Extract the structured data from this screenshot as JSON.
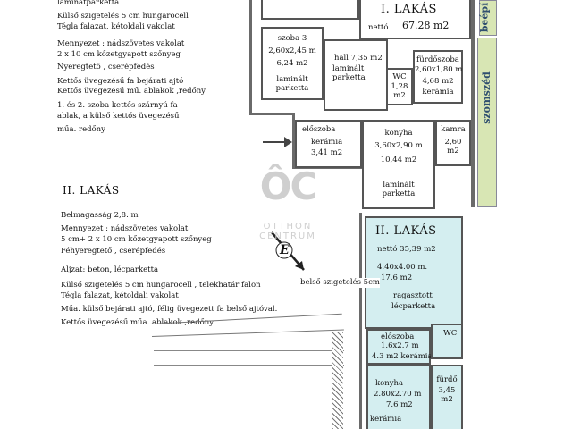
{
  "left_text_top": [
    "laminátparketta",
    "Külső szigetelés  5 cm hungarocell",
    "Tégla falazat, kétoldali vakolat",
    "Mennyezet : nádszövetes vakolat",
    " 2 x 10 cm kőzetgyapott szőnyeg",
    "Nyereg​tető , cserépfedés",
    "Kettős üvegezésű  fa bejárati ajtó",
    "Kettős üvegezésű mű. ablakok ,redőny",
    "1. és 2. szoba kettős szárnyú fa",
    "ablak, a külső kettős üvegezésű",
    "műa. redőny"
  ],
  "apt2_heading": "II. LAKÁS",
  "left_text_bottom": [
    "Belmagasság 2,8. m",
    "Mennyezet : nádszövetes vakolat",
    "5 cm+ 2 x 10 cm kőzetgyapott szőnyeg",
    "Féhyeregtető , cserépfedés",
    "",
    "Aljzat: beton, lécparketta",
    "Külső szigetelés  5 cm  hungarocell , telekhatár falon",
    "Tégla falazat, kétoldali vakolat",
    "  Műa. külső bejárati ajtó, félig üvegezett fa belső ajtóval.",
    "  Kettős üvegezésű műa. ablakok ,redőny"
  ],
  "belso_szigeteles": "belső szigetelés 5cm",
  "apt1": {
    "title": "I. LAKÁS",
    "netto_label": "nettó",
    "netto_value": "67.28 m2"
  },
  "rooms": {
    "szoba3": [
      "szoba 3",
      "2,60x2,45 m",
      "6,24 m2",
      "laminált",
      "parketta"
    ],
    "hall": [
      "hall 7,35 m2",
      "laminált",
      "parketta"
    ],
    "wc1": [
      "WC",
      "1,28",
      "m2"
    ],
    "furdo1": [
      "fürdőszoba",
      "2,60x1,80 m",
      "4,68 m2",
      "kerámia"
    ],
    "eloszoba1": [
      "előszoba",
      "kerámia",
      "3,41 m2"
    ],
    "konyha1": [
      "konyha",
      "3,60x2,90 m",
      "10,44 m2",
      "laminált",
      "parketta"
    ],
    "kamra": [
      "kamra",
      "2,60",
      "m2"
    ],
    "apt2": [
      "II. LAKÁS",
      "nettó      35,39  m2",
      "4.40x4.00 m.",
      "17.6  m2",
      "ragasztott",
      "lécparketta"
    ],
    "eloszoba2": [
      "előszoba",
      "1.6x2.7 m",
      "4.3  m2  kerámia"
    ],
    "wc2": [
      "WC"
    ],
    "konyha2": [
      "konyha",
      "2.80x2.70 m",
      "7.6  m2",
      "kerámia"
    ],
    "furdo2": [
      "fürdő",
      "3,45",
      "m2"
    ]
  },
  "right_labels": {
    "beep": "beépí",
    "szomszed": "szomszéd"
  },
  "compass": {
    "letter": "E"
  },
  "watermark": {
    "logo": "ÔC",
    "line1": "OTTHON",
    "line2": "CENTRUM"
  },
  "colors": {
    "wall": "#6a6a6a",
    "apt2_fill": "#d4eef0",
    "strip_fill": "#d8e6b4",
    "watermark": "#cfcfcf"
  }
}
